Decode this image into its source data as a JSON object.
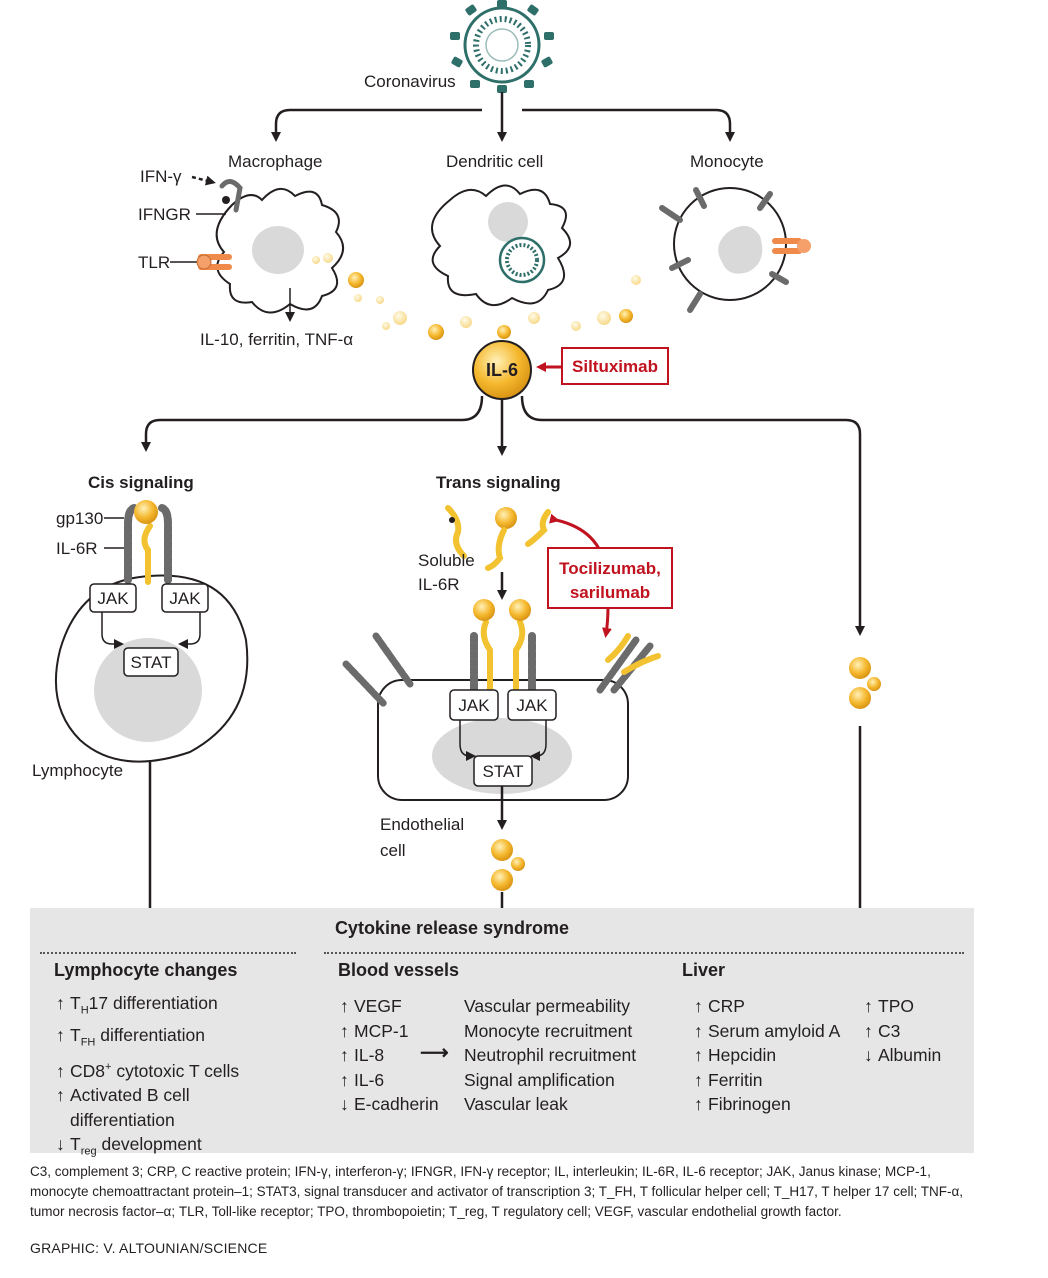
{
  "virus": {
    "label": "Coronavirus"
  },
  "cells": {
    "macrophage": "Macrophage",
    "dendritic": "Dendritic cell",
    "monocyte": "Monocyte",
    "lymphocyte": "Lymphocyte",
    "endothelial_line1": "Endothelial",
    "endothelial_line2": "cell"
  },
  "receptors": {
    "ifn_gamma": "IFN-γ",
    "ifngr": "IFNGR",
    "tlr": "TLR",
    "gp130": "gp130",
    "il6r": "IL-6R",
    "soluble_line1": "Soluble",
    "soluble_line2": "IL-6R"
  },
  "macrophage_output": "IL-10, ferritin, TNF-α",
  "il6": "IL-6",
  "drugs": {
    "siltuximab": "Siltuximab",
    "toci_line1": "Tocilizumab,",
    "toci_line2": "sarilumab"
  },
  "pathways": {
    "cis": "Cis signaling",
    "trans": "Trans signaling"
  },
  "signal": {
    "jak": "JAK",
    "stat": "STAT"
  },
  "crs": {
    "title": "Cytokine release syndrome",
    "lymphocyte": {
      "heading": "Lymphocyte changes",
      "items": [
        {
          "dir": "up",
          "main": "T",
          "sub": "H",
          "rest": "17 differentiation"
        },
        {
          "dir": "up",
          "main": "T",
          "sub": "FH",
          "rest": " differentiation"
        },
        {
          "dir": "up",
          "main": "CD8",
          "sup": "+",
          "rest": " cytotoxic T cells"
        },
        {
          "dir": "up",
          "main": "Activated B cell",
          "rest": ""
        },
        {
          "dir": "",
          "main": "differentiation",
          "rest": ""
        },
        {
          "dir": "down",
          "main": "T",
          "sub": "reg",
          "rest": " development"
        }
      ]
    },
    "blood": {
      "heading": "Blood vessels",
      "markers": [
        {
          "dir": "up",
          "text": "VEGF"
        },
        {
          "dir": "up",
          "text": "MCP-1"
        },
        {
          "dir": "up",
          "text": "IL-8"
        },
        {
          "dir": "up",
          "text": "IL-6"
        },
        {
          "dir": "down",
          "text": "E-cadherin"
        }
      ],
      "effects": [
        "Vascular permeability",
        "Monocyte recruitment",
        "Neutrophil recruitment",
        "Signal amplification",
        "Vascular leak"
      ]
    },
    "liver": {
      "heading": "Liver",
      "col1": [
        {
          "dir": "up",
          "text": "CRP"
        },
        {
          "dir": "up",
          "text": "Serum amyloid A"
        },
        {
          "dir": "up",
          "text": "Hepcidin"
        },
        {
          "dir": "up",
          "text": "Ferritin"
        },
        {
          "dir": "up",
          "text": "Fibrinogen"
        }
      ],
      "col2": [
        {
          "dir": "up",
          "text": "TPO"
        },
        {
          "dir": "up",
          "text": "C3"
        },
        {
          "dir": "down",
          "text": "Albumin"
        }
      ]
    }
  },
  "footnote": "C3, complement 3; CRP, C reactive protein; IFN-γ, interferon-γ; IFNGR, IFN-γ receptor; IL, interleukin; IL-6R, IL-6 receptor; JAK, Janus kinase; MCP-1, monocyte chemoattractant protein–1; STAT3, signal transducer and activator of transcription 3; T_FH, T follicular helper cell; T_H17, T helper 17 cell; TNF-α, tumor necrosis factor–α; TLR, Toll-like receptor; TPO, thrombopoietin; T_reg, T regulatory cell; VEGF, vascular endothelial growth factor.",
  "credit": "GRAPHIC: V. ALTOUNIAN/SCIENCE",
  "colors": {
    "il6": "#f5b82e",
    "drug_red": "#c1121f",
    "receptor_yellow": "#f2c230",
    "receptor_gray": "#6b6b6b",
    "tlr_orange": "#f08a4b",
    "virus_teal": "#2f6f6a",
    "nucleus_gray": "#d9d9d9",
    "panel_gray": "#e6e6e6"
  }
}
